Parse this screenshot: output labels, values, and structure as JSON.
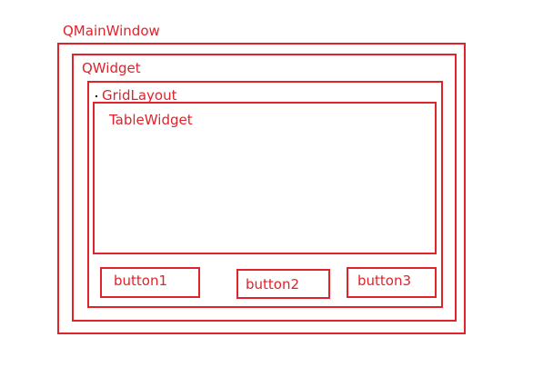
{
  "diagram": {
    "main_window": {
      "label": "QMainWindow"
    },
    "widget": {
      "label": "QWidget"
    },
    "grid_layout": {
      "label": "GridLayout"
    },
    "table_widget": {
      "label": "TableWidget"
    },
    "buttons": [
      {
        "label": "button1"
      },
      {
        "label": "button2"
      },
      {
        "label": "button3"
      }
    ],
    "colors": {
      "outline": "#e0222b",
      "marker": "#000000"
    }
  }
}
